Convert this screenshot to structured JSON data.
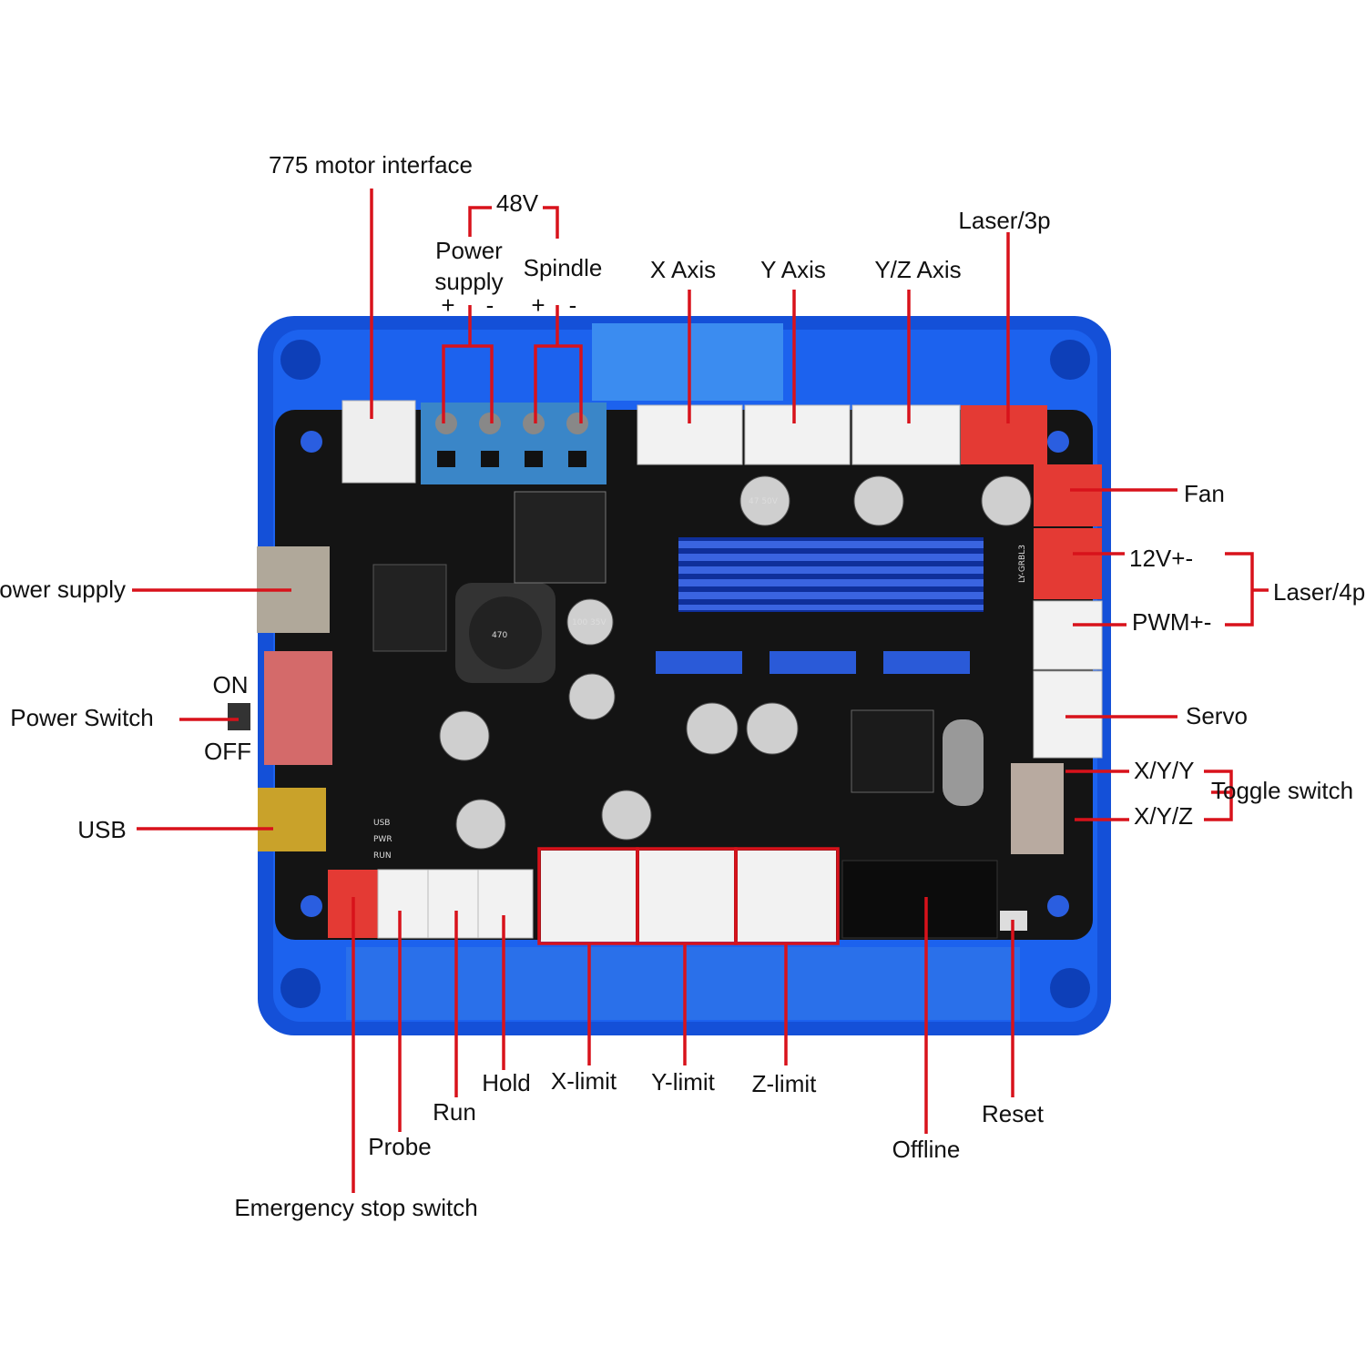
{
  "top_labels": {
    "motor_775": "775 motor interface",
    "v48": "48V",
    "power": "Power",
    "supply": "supply",
    "power_polarity_plus": "+",
    "power_polarity_minus": "-",
    "spindle": "Spindle",
    "spindle_polarity_plus": "+",
    "spindle_polarity_minus": "-",
    "x_axis": "X Axis",
    "y_axis": "Y Axis",
    "yz_axis": "Y/Z Axis",
    "laser_3p": "Laser/3p"
  },
  "right_labels": {
    "fan": "Fan",
    "v12": "12V+-",
    "pwm": "PWM+-",
    "laser_4p": "Laser/4p",
    "servo": "Servo",
    "xyy": "X/Y/Y",
    "xyz": "X/Y/Z",
    "toggle_switch": "Toggle switch"
  },
  "left_labels": {
    "power_supply": "Power supply",
    "on": "ON",
    "power_switch": "Power Switch",
    "off": "OFF",
    "usb": "USB"
  },
  "bottom_labels": {
    "estop": "Emergency stop switch",
    "probe": "Probe",
    "run": "Run",
    "hold": "Hold",
    "x_limit": "X-limit",
    "y_limit": "Y-limit",
    "z_limit": "Z-limit",
    "offline": "Offline",
    "reset": "Reset"
  },
  "board_silk": {
    "model": "LY-GRBL3",
    "cap_47": "47 50V",
    "cap_100": "100 35V",
    "inductor": "470",
    "usb": "USB",
    "pwr": "PWR",
    "run": "RUN"
  },
  "colors": {
    "callout": "#d8121b",
    "case": "#1450d8",
    "pcb": "#141414",
    "heatsink": "#1a44c8",
    "terminal": "#3a86c8"
  }
}
